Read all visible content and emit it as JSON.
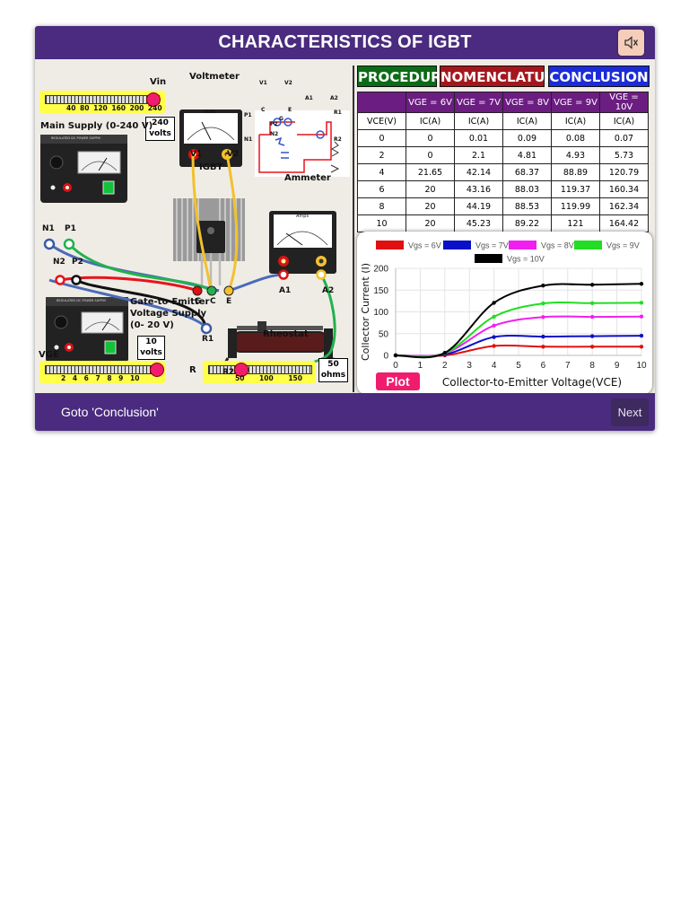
{
  "app": {
    "title": "CHARACTERISTICS OF IGBT",
    "mute_icon": "speaker-muted-icon",
    "footer": {
      "goto_text": "Goto 'Conclusion'",
      "next_label": "Next"
    }
  },
  "nav_buttons": [
    {
      "label": "PROCEDURE",
      "color": "#0b6b16"
    },
    {
      "label": "NOMENCLATURE",
      "color": "#a4161c"
    },
    {
      "label": "CONCLUSION",
      "color": "#1b2bd8"
    }
  ],
  "table": {
    "header": [
      "",
      "VGE = 6V",
      "VGE = 7V",
      "VGE = 8V",
      "VGE = 9V",
      "VGE = 10V"
    ],
    "subheader": [
      "VCE(V)",
      "IC(A)",
      "IC(A)",
      "IC(A)",
      "IC(A)",
      "IC(A)"
    ],
    "rows": [
      [
        "0",
        "0",
        "0.01",
        "0.09",
        "0.08",
        "0.07"
      ],
      [
        "2",
        "0",
        "2.1",
        "4.81",
        "4.93",
        "5.73"
      ],
      [
        "4",
        "21.65",
        "42.14",
        "68.37",
        "88.89",
        "120.79"
      ],
      [
        "6",
        "20",
        "43.16",
        "88.03",
        "119.37",
        "160.34"
      ],
      [
        "8",
        "20",
        "44.19",
        "88.53",
        "119.99",
        "162.34"
      ],
      [
        "10",
        "20",
        "45.23",
        "89.22",
        "121",
        "164.42"
      ]
    ]
  },
  "apparatus": {
    "vin_label": "Vin",
    "vin_ticks": "40 80 120 160 200 240",
    "vin_value": "240 volts",
    "main_supply_label": "Main Supply (0-240 V)",
    "voltmeter_label": "Voltmeter",
    "voltmeter_unit": "Volts",
    "ammeter_label": "Ammeter",
    "ammeter_unit": "Amps",
    "igbt_label": "IGBT",
    "rheostat_label": "Rheostat",
    "gate_supply_label_1": "Gate-to-Emitter",
    "gate_supply_label_2": "Voltage Supply",
    "gate_supply_label_3": "(0- 20 V)",
    "vge_label": "VGE",
    "vge_ticks": "2 4 6 7 8 9 10",
    "vge_value": "10 volts",
    "r_label": "R",
    "r_ticks": "50 100 150",
    "r_value": "50 ohms",
    "psu_caption": "REGULATED DC POWER SUPPLY",
    "terminals": {
      "n1": "N1",
      "p1": "P1",
      "n2": "N2",
      "p2": "P2",
      "v1": "V1",
      "v2": "V2",
      "g": "G",
      "c": "C",
      "e": "E",
      "a1": "A1",
      "a2": "A2",
      "r1": "R1",
      "r2": "R2"
    },
    "colors": {
      "red_wire": "#e8141a",
      "blue_wire": "#4b6bb8",
      "green_wire": "#23b14d",
      "yellow_wire": "#f2c12e",
      "black_wire": "#111111"
    }
  },
  "circuit_labels": {
    "v1": "V1",
    "v2": "V2",
    "a1": "A1",
    "a2": "A2",
    "p1": "P1",
    "n1": "N1",
    "p2": "P2",
    "n2": "N2",
    "r1": "R1",
    "r2": "R2",
    "c": "C",
    "g": "G",
    "e": "E"
  },
  "plot_button": "Plot",
  "chart_data": {
    "type": "line",
    "xlabel": "Collector-to-Emitter Voltage(VCE)",
    "ylabel": "Collector Current (I)",
    "x": [
      0,
      2,
      4,
      6,
      8,
      10
    ],
    "xlim": [
      0,
      10
    ],
    "ylim": [
      0,
      200
    ],
    "xticks": [
      0,
      1,
      2,
      3,
      4,
      5,
      6,
      7,
      8,
      9,
      10
    ],
    "yticks": [
      0,
      50,
      100,
      150,
      200
    ],
    "grid": true,
    "legend_position": "top",
    "series": [
      {
        "name": "Vgs = 6V",
        "color": "#e01010",
        "values": [
          0,
          0,
          21.65,
          20,
          20,
          20
        ]
      },
      {
        "name": "Vgs = 7V",
        "color": "#0a10c8",
        "values": [
          0.01,
          2.1,
          42.14,
          43.16,
          44.19,
          45.23
        ]
      },
      {
        "name": "Vgs = 8V",
        "color": "#f01ff0",
        "values": [
          0.09,
          4.81,
          68.37,
          88.03,
          88.53,
          89.22
        ]
      },
      {
        "name": "Vgs = 9V",
        "color": "#22dd22",
        "values": [
          0.08,
          4.93,
          88.89,
          119.37,
          119.99,
          121
        ]
      },
      {
        "name": "Vgs = 10V",
        "color": "#000000",
        "values": [
          0.07,
          5.73,
          120.79,
          160.34,
          162.34,
          164.42
        ]
      }
    ]
  }
}
